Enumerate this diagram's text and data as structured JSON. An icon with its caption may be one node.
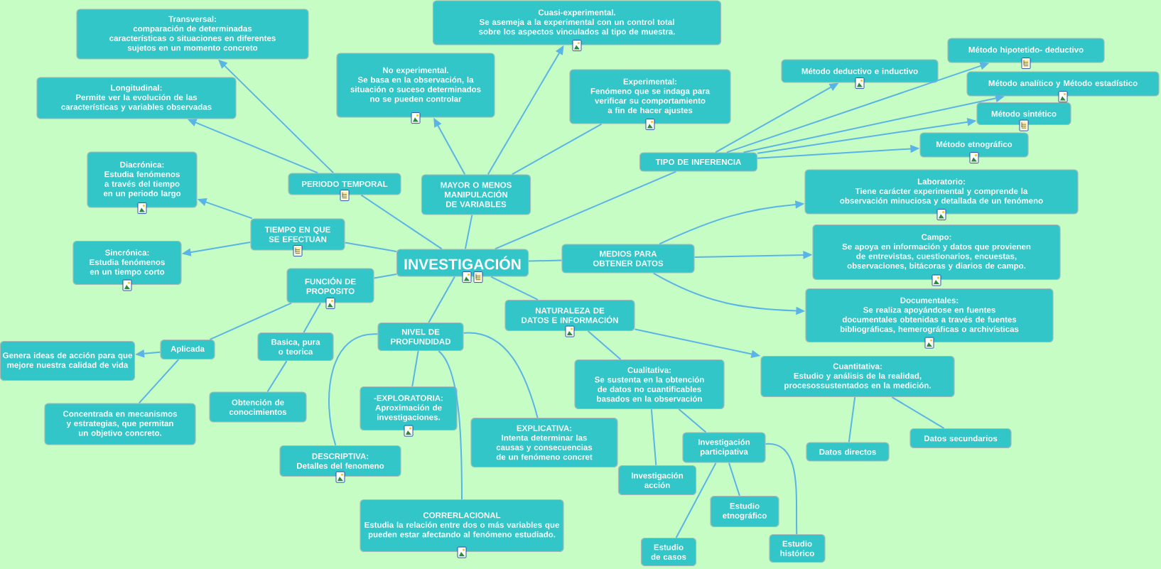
{
  "diagram": {
    "nodes": [
      {
        "text": [
          "Transversal:",
          "comparación de determinadas características o situaciones en diferentes sujetos en un momento concreto"
        ]
      },
      {
        "text": [
          "Cuasi-experimental.",
          "Se asemeja a la experimental con un control total sobre los aspectos vinculados al tipo de muestra."
        ]
      },
      {
        "text": [
          "Método hipotetido- deductivo"
        ]
      },
      {
        "text": [
          "No experimental.",
          "Se basa en la observación, la situación o suceso determinados no se pueden controlar"
        ]
      },
      {
        "text": [
          "Método deductivo e inductivo"
        ]
      },
      {
        "text": [
          "Método analítico y Método estadístico"
        ]
      },
      {
        "text": [
          "Longitudinal:",
          "Permite ver la evolución de las características y variables observadas"
        ]
      },
      {
        "text": [
          "Experimental:",
          "Fenómeno que se indaga para verificar su comportamiento a fin de hacer ajustes"
        ]
      },
      {
        "text": [
          "Método sintético"
        ]
      },
      {
        "text": [
          "Método etnográfico"
        ]
      },
      {
        "text": [
          "TIPO DE INFERENCIA"
        ]
      },
      {
        "text": [
          "Diacrónica:",
          "Estudia fenómenos a través del tiempo en un periodo largo"
        ]
      },
      {
        "text": [
          "PERIODO TEMPORAL"
        ]
      },
      {
        "text": [
          "MAYOR O MENOS MANIPULACIÓN DE VARIABLES"
        ]
      },
      {
        "text": [
          "Laboratorio:",
          "Tiene carácter experimental y comprende la observación minuciosa y detallada de un fenómeno"
        ]
      },
      {
        "text": [
          "TIEMPO EN QUE SE EFECTUAN"
        ]
      },
      {
        "text": [
          "Sincrónica:",
          "Estudia fenómenos en un tiempo corto"
        ]
      },
      {
        "text": [
          "Campo:",
          "Se apoya en información y datos que provienen de entrevistas, cuestionarios, encuestas, observaciones, bitácoras y diarios de campo."
        ]
      },
      {
        "text": [
          "INVESTIGACIÓN"
        ]
      },
      {
        "text": [
          "MEDIOS PARA OBTENER DATOS"
        ]
      },
      {
        "text": [
          "FUNCIÓN DE PROPOSITO"
        ]
      },
      {
        "text": [
          "NATURALEZA DE DATOS E INFORMACIÓN"
        ]
      },
      {
        "text": [
          "Documentales:",
          "Se realiza apoyándose en fuentes documentales obtenidas a través de fuentes bibliográficas, hemerográficas o archivísticas"
        ]
      },
      {
        "text": [
          "NIVEL DE PROFUNDIDAD"
        ]
      },
      {
        "text": [
          "Basica, pura o teorica"
        ]
      },
      {
        "text": [
          "Aplicada"
        ]
      },
      {
        "text": [
          "Genera ideas de acción para que mejore nuestra calidad de vida"
        ]
      },
      {
        "text": [
          "Cualitativa:",
          "Se sustenta en la obtención de datos no cuantificables basados en la observación"
        ]
      },
      {
        "text": [
          "Cuantitativa:",
          "Estudio y análisis de la realidad, procesossustentados en la medición."
        ]
      },
      {
        "text": [
          "-EXPLORATORIA:",
          "Aproximación de investigaciones."
        ]
      },
      {
        "text": [
          "Obtención de conocimientos"
        ]
      },
      {
        "text": [
          "EXPLICATIVA:",
          "Intenta determinar las causas y consecuencias de un fenómeno concret"
        ]
      },
      {
        "text": [
          "Concentrada en mecanismos y estrategias, que permitan un objetivo concreto."
        ]
      },
      {
        "text": [
          "Datos secundarios"
        ]
      },
      {
        "text": [
          "Investigación participativa"
        ]
      },
      {
        "text": [
          "Datos directos"
        ]
      },
      {
        "text": [
          "DESCRIPTIVA:",
          "Detalles del fenomeno"
        ]
      },
      {
        "text": [
          "Investigación acción"
        ]
      },
      {
        "text": [
          "Estudio etnográfico"
        ]
      },
      {
        "text": [
          "CORRERLACIONAL",
          "Estudia la relación entre dos o más variables que pueden estar afectando al fenómeno estudiado."
        ]
      },
      {
        "text": [
          "Estudio de casos"
        ]
      },
      {
        "text": [
          "Estudio histórico"
        ]
      }
    ],
    "edges": [
      {
        "from": 18,
        "to": 12,
        "arrow": "none"
      },
      {
        "from": 12,
        "to": 0,
        "arrow": "to"
      },
      {
        "from": 12,
        "to": 6,
        "arrow": "to"
      },
      {
        "from": 18,
        "to": 15,
        "arrow": "none"
      },
      {
        "from": 15,
        "to": 11,
        "arrow": "to"
      },
      {
        "from": 15,
        "to": 16,
        "arrow": "to"
      },
      {
        "from": 18,
        "to": 13,
        "arrow": "none"
      },
      {
        "from": 13,
        "to": 3,
        "arrow": "to"
      },
      {
        "from": 13,
        "to": 1,
        "arrow": "to"
      },
      {
        "from": 13,
        "to": 7,
        "arrow": "none"
      },
      {
        "from": 18,
        "to": 10,
        "arrow": "none"
      },
      {
        "from": 10,
        "to": 4,
        "arrow": "to"
      },
      {
        "from": 10,
        "to": 2,
        "arrow": "to"
      },
      {
        "from": 10,
        "to": 5,
        "arrow": "to"
      },
      {
        "from": 10,
        "to": 8,
        "arrow": "to"
      },
      {
        "from": 10,
        "to": 9,
        "arrow": "to"
      },
      {
        "from": 18,
        "to": 19,
        "arrow": "none"
      },
      {
        "from": 19,
        "to": 14,
        "arrow": "to"
      },
      {
        "from": 19,
        "to": 17,
        "arrow": "to"
      },
      {
        "from": 19,
        "to": 22,
        "arrow": "to"
      },
      {
        "from": 18,
        "to": 20,
        "arrow": "none"
      },
      {
        "from": 20,
        "to": 25,
        "arrow": "none"
      },
      {
        "from": 20,
        "to": 24,
        "arrow": "none"
      },
      {
        "from": 25,
        "to": 26,
        "arrow": "to"
      },
      {
        "from": 25,
        "to": 32,
        "arrow": "none"
      },
      {
        "from": 24,
        "to": 30,
        "arrow": "none"
      },
      {
        "from": 18,
        "to": 23,
        "arrow": "none"
      },
      {
        "from": 23,
        "to": 36,
        "arrow": "none"
      },
      {
        "from": 23,
        "to": 29,
        "arrow": "none"
      },
      {
        "from": 23,
        "to": 39,
        "arrow": "none"
      },
      {
        "from": 23,
        "to": 31,
        "arrow": "none"
      },
      {
        "from": 18,
        "to": 21,
        "arrow": "none"
      },
      {
        "from": 21,
        "to": 27,
        "arrow": "none"
      },
      {
        "from": 21,
        "to": 28,
        "arrow": "to"
      },
      {
        "from": 27,
        "to": 37,
        "arrow": "none"
      },
      {
        "from": 27,
        "to": 34,
        "arrow": "none"
      },
      {
        "from": 34,
        "to": 40,
        "arrow": "none"
      },
      {
        "from": 34,
        "to": 38,
        "arrow": "none"
      },
      {
        "from": 34,
        "to": 41,
        "arrow": "none"
      },
      {
        "from": 28,
        "to": 35,
        "arrow": "none"
      },
      {
        "from": 28,
        "to": 33,
        "arrow": "none"
      }
    ]
  }
}
